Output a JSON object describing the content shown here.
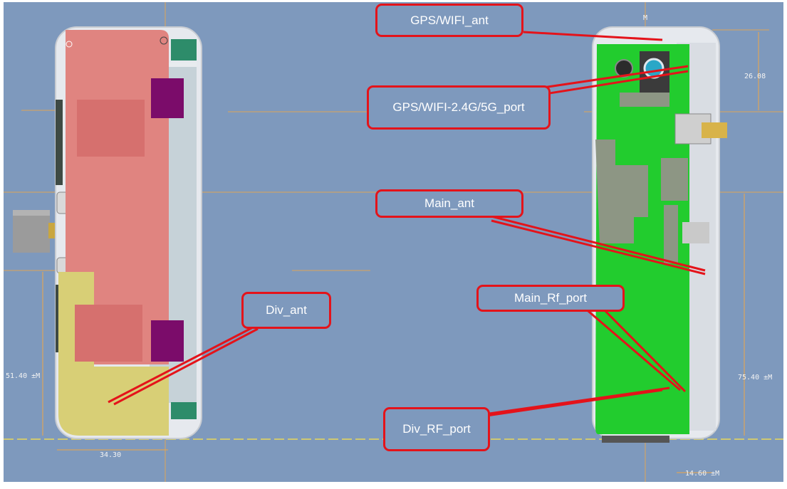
{
  "colors": {
    "background": "#7e99bd",
    "frame": "#ffffff",
    "callout_border": "#e4131a",
    "left_board": "#e08480",
    "left_bottom": "#d8cf76",
    "pcb_green": "#22cc2e",
    "shield_grey": "#8d9684",
    "housing_silver": "#d9dde3",
    "guide_line": "#f0a845",
    "purple_pad": "#7b0c6a"
  },
  "callouts": {
    "gps_wifi_ant": "GPS/WIFI_ant",
    "gps_wifi_port": "GPS/WIFI-2.4G/5G_port",
    "main_ant": "Main_ant",
    "main_rf_port": "Main_Rf_port",
    "div_ant": "Div_ant",
    "div_rf_port": "Div_RF_port"
  },
  "dimensions": {
    "top_right": "26.08",
    "right_height": "75.40 ±M",
    "left_height": "51.40 ±M",
    "left_width": "34.30",
    "bottom_right": "14.60 ±M",
    "top_marker": "M"
  }
}
